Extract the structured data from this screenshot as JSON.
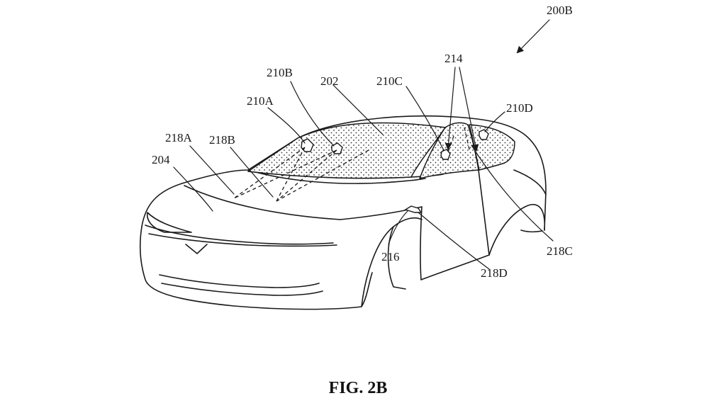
{
  "figure": {
    "caption": "FIG. 2B",
    "labels": {
      "fig_ref": "200B",
      "windshield": "202",
      "hood": "204",
      "sensor_a": "210A",
      "sensor_b": "210B",
      "sensor_c": "210C",
      "sensor_d": "210D",
      "window_group": "214",
      "charge_port": "216",
      "beam_a": "218A",
      "beam_b": "218B",
      "beam_c": "218C",
      "beam_d": "218D"
    }
  }
}
